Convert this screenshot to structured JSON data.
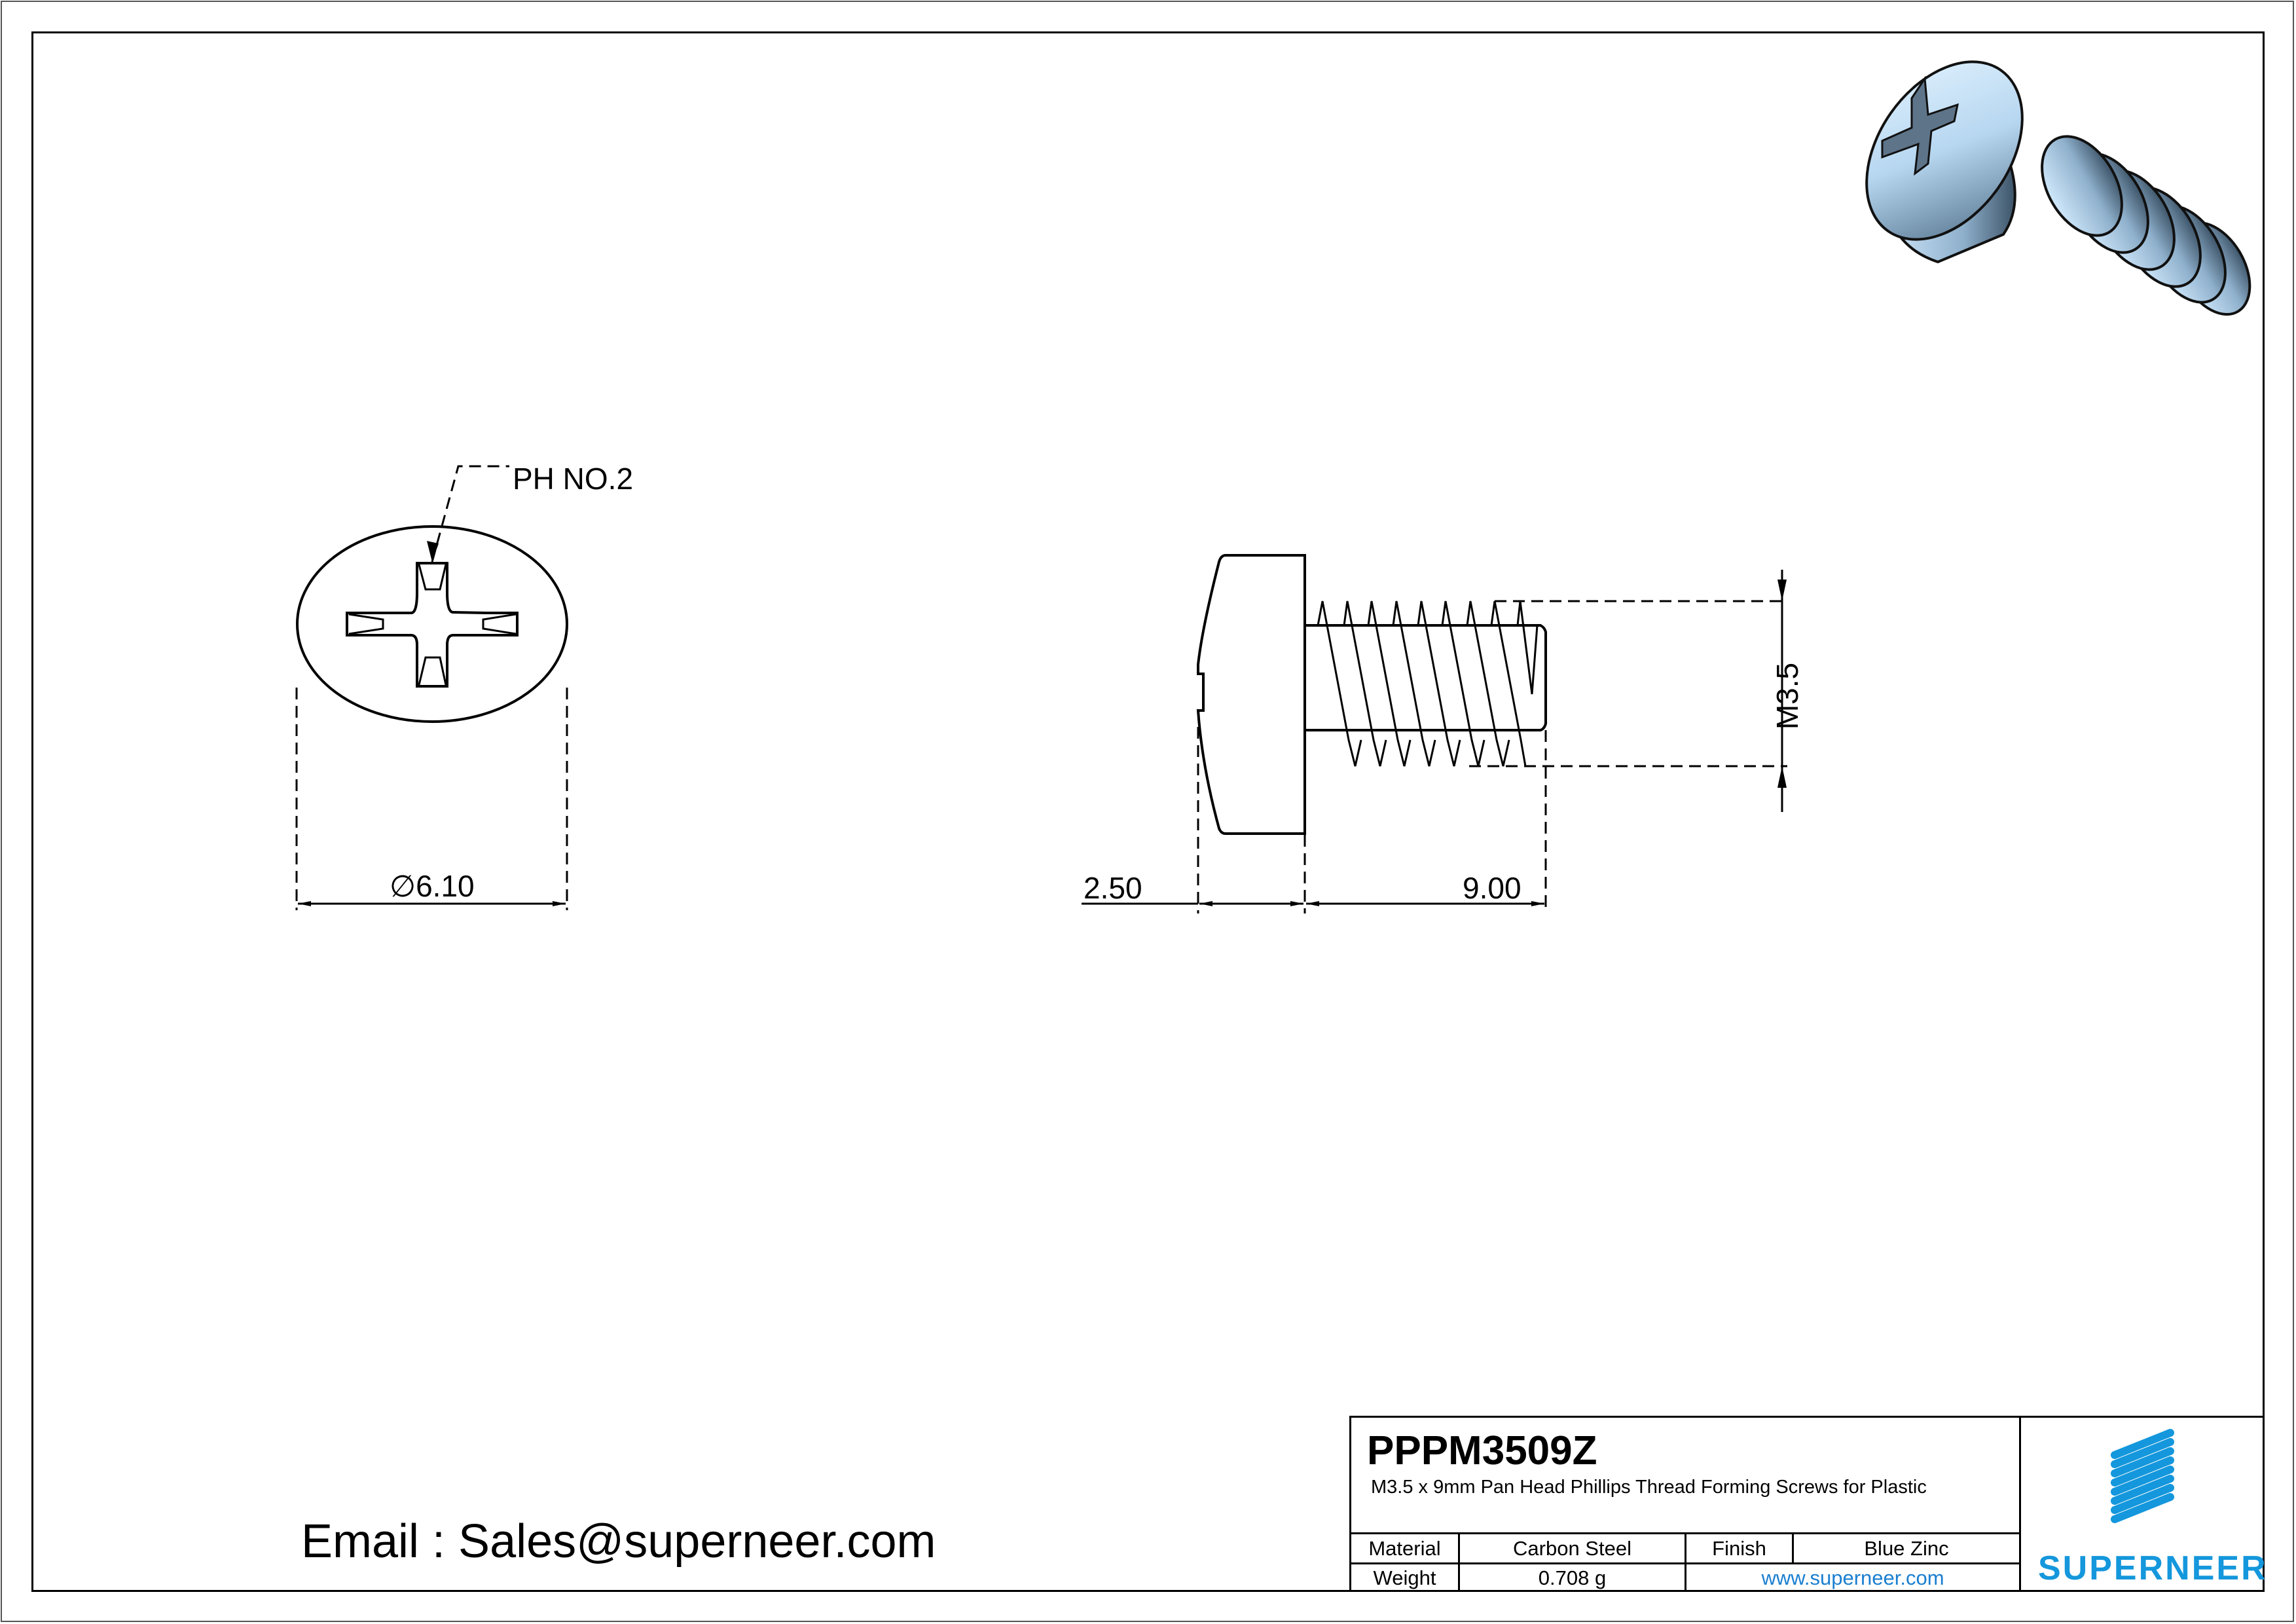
{
  "drawing": {
    "type": "technical-drawing",
    "subject": "Pan head Phillips thread forming screw",
    "views": [
      "top-view",
      "side-view",
      "isometric-3d-render"
    ]
  },
  "annotations": {
    "drive": "PH NO.2",
    "head_diameter": "6.10",
    "head_diameter_symbol": "∅",
    "head_height": "2.50",
    "length": "9.00",
    "thread_size": "M3.5"
  },
  "contact": {
    "email_line": "Email : Sales@superneer.com"
  },
  "title_block": {
    "part_number": "PPPM3509Z",
    "description": "M3.5 x 9mm Pan Head Phillips Thread Forming Screws for Plastic",
    "material_label": "Material",
    "material_value": "Carbon Steel",
    "finish_label": "Finish",
    "finish_value": "Blue Zinc",
    "weight_label": "Weight",
    "weight_value": "0.708 g",
    "website": "www.superneer.com",
    "brand": "SUPERNEER"
  },
  "colors": {
    "brand_blue": "#1497dc",
    "link_blue": "#1a7fd0",
    "render_blue": "#b9d9f2"
  }
}
